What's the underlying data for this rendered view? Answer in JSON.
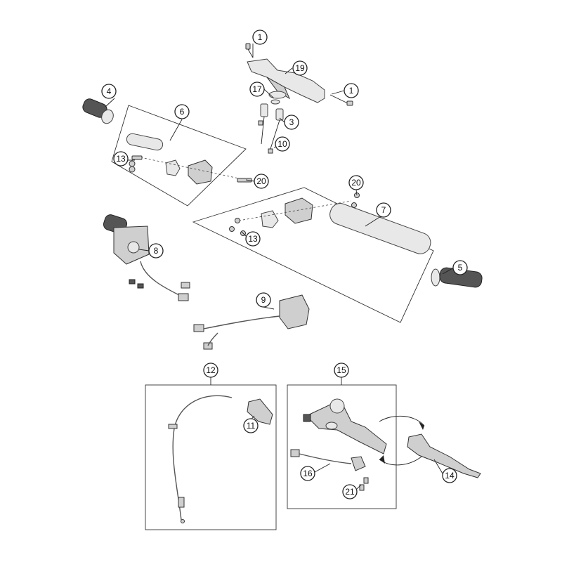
{
  "callouts": [
    "1",
    "1",
    "19",
    "17",
    "3",
    "10",
    "4",
    "6",
    "13",
    "20",
    "20",
    "7",
    "13",
    "8",
    "5",
    "9",
    "12",
    "15",
    "11",
    "14",
    "16",
    "21"
  ]
}
